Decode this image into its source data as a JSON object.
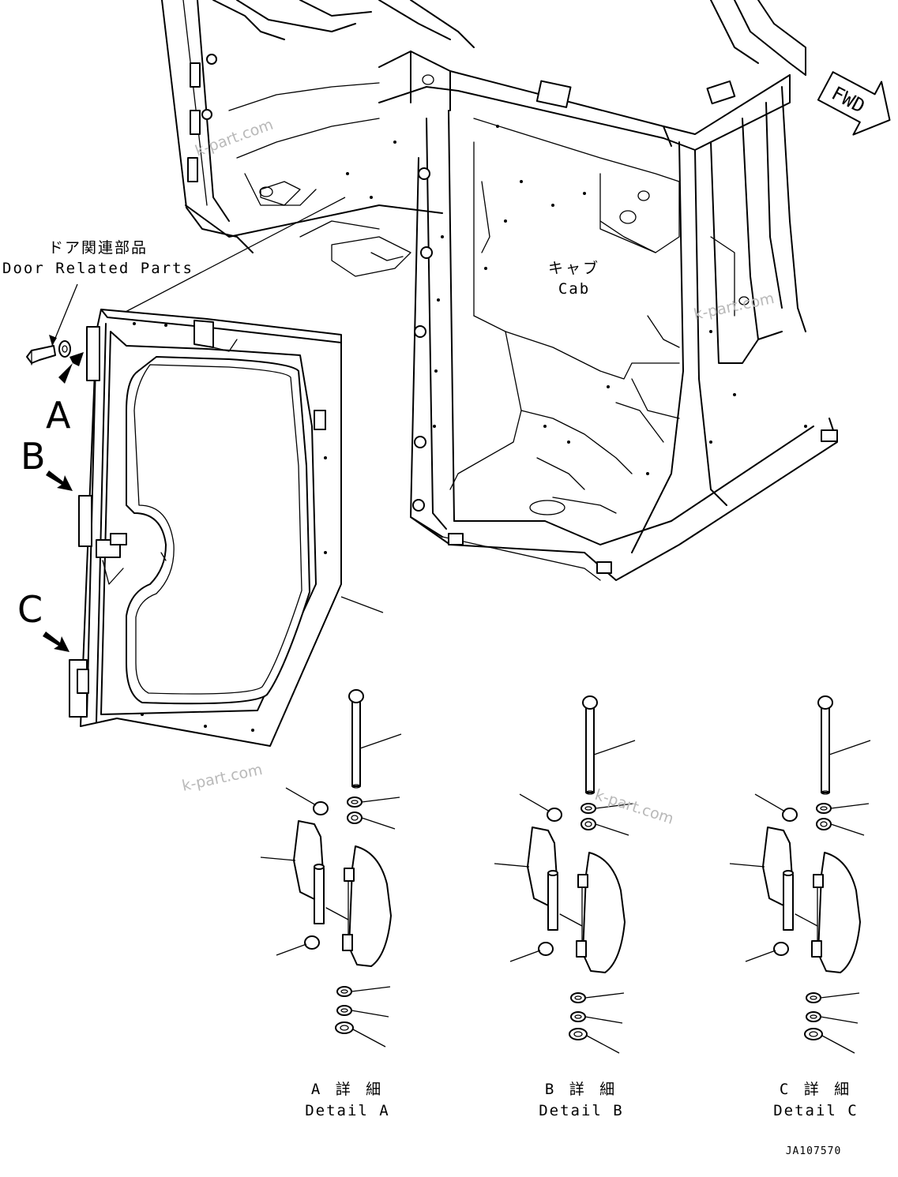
{
  "direction_marker": {
    "label": "FWD"
  },
  "cab_label": {
    "jp": "キャブ",
    "en": "Cab"
  },
  "door_parts_label": {
    "jp": "ドア関連部品",
    "en": "Door Related Parts"
  },
  "view_markers": [
    "A",
    "B",
    "C"
  ],
  "details": [
    {
      "jp": "A 詳 細",
      "en": "Detail A"
    },
    {
      "jp": "B 詳 細",
      "en": "Detail B"
    },
    {
      "jp": "C 詳 細",
      "en": "Detail C"
    }
  ],
  "drawing_number": "JA107570",
  "watermark": "k-part.com"
}
